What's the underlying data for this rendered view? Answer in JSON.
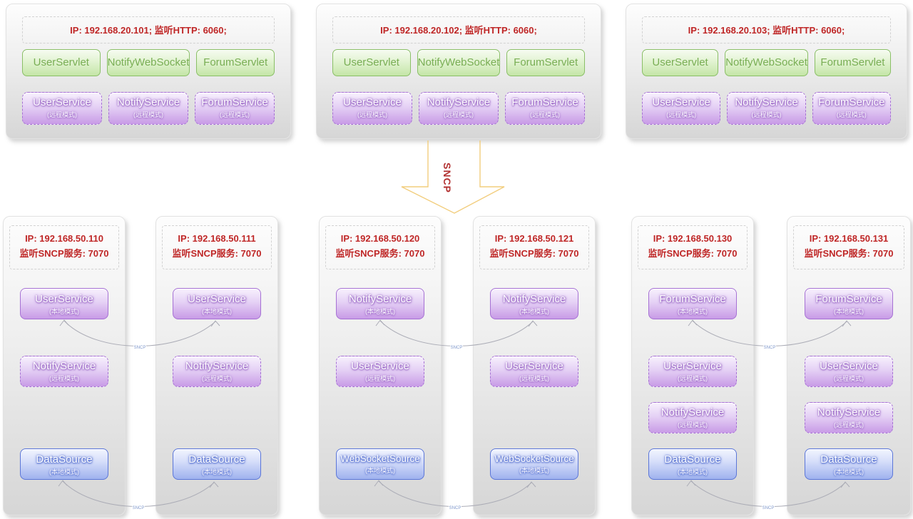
{
  "diagram_title": "SNCP distributed service architecture",
  "colors": {
    "ip_text": "#bf2626",
    "green_border": "#8abf66",
    "green_text": "#79ae54",
    "purple_border": "#a671d4",
    "blue_border": "#5b76d8",
    "arrow_outline": "#f2cd7d",
    "arrow_label_color": "#b23131",
    "connector_color": "#abacb6",
    "connector_label_color": "#8099cc"
  },
  "arrow": {
    "label": "SNCP"
  },
  "connector_label": "SNCP",
  "top_servers": [
    {
      "ip_line": "IP: 192.168.20.101;  监听HTTP: 6060;",
      "servlets": [
        "UserServlet",
        "NotifyWebSocket",
        "ForumServlet"
      ],
      "services": [
        {
          "name": "UserService",
          "mode": "(远程模式)"
        },
        {
          "name": "NotifyService",
          "mode": "(远程模式)"
        },
        {
          "name": "ForumService",
          "mode": "(远程模式)"
        }
      ]
    },
    {
      "ip_line": "IP: 192.168.20.102;  监听HTTP: 6060;",
      "servlets": [
        "UserServlet",
        "NotifyWebSocket",
        "ForumServlet"
      ],
      "services": [
        {
          "name": "UserService",
          "mode": "(远程模式)"
        },
        {
          "name": "NotifyService",
          "mode": "(远程模式)"
        },
        {
          "name": "ForumService",
          "mode": "(远程模式)"
        }
      ]
    },
    {
      "ip_line": "IP: 192.168.20.103;  监听HTTP: 6060;",
      "servlets": [
        "UserServlet",
        "NotifyWebSocket",
        "ForumServlet"
      ],
      "services": [
        {
          "name": "UserService",
          "mode": "(远程模式)"
        },
        {
          "name": "NotifyService",
          "mode": "(远程模式)"
        },
        {
          "name": "ForumService",
          "mode": "(远程模式)"
        }
      ]
    }
  ],
  "bottom_servers": [
    {
      "ip_line1": "IP: 192.168.50.110",
      "ip_line2": "监听SNCP服务: 7070",
      "services": [
        {
          "name": "UserService",
          "mode": "(本地模式)"
        },
        {
          "name": "NotifyService",
          "mode": "(远程模式)"
        },
        {
          "name": "DataSource",
          "mode": "(本地模式)"
        }
      ]
    },
    {
      "ip_line1": "IP: 192.168.50.111",
      "ip_line2": "监听SNCP服务: 7070",
      "services": [
        {
          "name": "UserService",
          "mode": "(本地模式)"
        },
        {
          "name": "NotifyService",
          "mode": "(远程模式)"
        },
        {
          "name": "DataSource",
          "mode": "(本地模式)"
        }
      ]
    },
    {
      "ip_line1": "IP: 192.168.50.120",
      "ip_line2": "监听SNCP服务: 7070",
      "services": [
        {
          "name": "NotifyService",
          "mode": "(本地模式)"
        },
        {
          "name": "UserService",
          "mode": "(远程模式)"
        },
        {
          "name": "WebSocketSource",
          "mode": "(本地模式)"
        }
      ]
    },
    {
      "ip_line1": "IP: 192.168.50.121",
      "ip_line2": "监听SNCP服务: 7070",
      "services": [
        {
          "name": "NotifyService",
          "mode": "(本地模式)"
        },
        {
          "name": "UserService",
          "mode": "(远程模式)"
        },
        {
          "name": "WebSocketSource",
          "mode": "(本地模式)"
        }
      ]
    },
    {
      "ip_line1": "IP: 192.168.50.130",
      "ip_line2": "监听SNCP服务: 7070",
      "services": [
        {
          "name": "ForumService",
          "mode": "(本地模式)"
        },
        {
          "name": "UserService",
          "mode": "(远程模式)"
        },
        {
          "name": "NotifyService",
          "mode": "(远程模式)"
        },
        {
          "name": "DataSource",
          "mode": "(本地模式)"
        }
      ]
    },
    {
      "ip_line1": "IP: 192.168.50.131",
      "ip_line2": "监听SNCP服务: 7070",
      "services": [
        {
          "name": "ForumService",
          "mode": "(本地模式)"
        },
        {
          "name": "UserService",
          "mode": "(远程模式)"
        },
        {
          "name": "NotifyService",
          "mode": "(远程模式)"
        },
        {
          "name": "DataSource",
          "mode": "(本地模式)"
        }
      ]
    }
  ]
}
